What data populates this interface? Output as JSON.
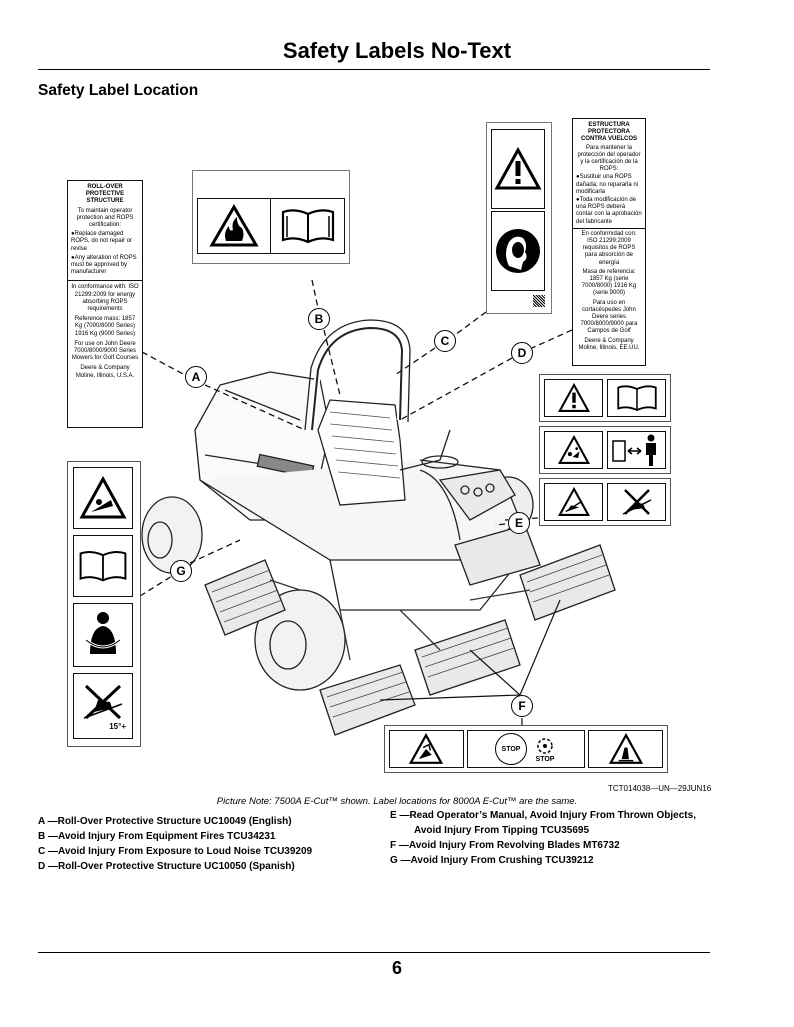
{
  "page": {
    "title": "Safety Labels No-Text",
    "section": "Safety Label Location",
    "page_number": "6"
  },
  "labels": {
    "a": {
      "heading": "ROLL-OVER PROTECTIVE STRUCTURE",
      "intro": "To maintain operator protection and ROPS certification:",
      "bullet1": "●Replace damaged ROPS, do not repair or revise",
      "bullet2": "●Any alteration of ROPS must be approved by manufacturer",
      "conformance": "In conformance with: ISO 21299:2009 for energy absorbing ROPS requirements",
      "mass": "Reference mass: 1857 Kg (7000/8000 Series) 1916 Kg (9000 Series)",
      "use": "For use on John Deere 7000/8000/9000 Series Mowers for Golf Courses",
      "company": "Deere & Company Moline, Illinois, U.S.A."
    },
    "d": {
      "heading": "ESTRUCTURA PROTECTORA CONTRA VUELCOS",
      "intro": "Para mantener la protección del operador y la certificación de la ROPS:",
      "bullet1": "●Sustituir una ROPS dañada; no repararla ni modificarla",
      "bullet2": "●Toda modificación de una ROPS deberá contar con la aprobación del fabricante",
      "conformance": "En conformidad con: ISO 21299:2009 requisitos de ROPS para absorción de energía",
      "mass": "Masa de referencia: 1857 Kg (serie 7000/8000) 1916 Kg (serie 9000)",
      "use": "Para uso en cortacéspedes John Deere series 7000/8000/9000 para Campos de Golf",
      "company": "Deere & Company Moline, Illinois, EE.UU."
    },
    "stop_text": "STOP",
    "fifteen": "15°+"
  },
  "callouts": [
    "A",
    "B",
    "C",
    "D",
    "E",
    "F",
    "G"
  ],
  "figure": {
    "ref": "TCT014038—UN—29JUN16",
    "note": "Picture Note: 7500A E-Cut™ shown. Label locations for 8000A E-Cut™ are the same."
  },
  "legend": {
    "a": "A —Roll-Over Protective Structure UC10049 (English)",
    "b": "B —Avoid Injury From Equipment Fires TCU34231",
    "c": "C —Avoid Injury From Exposure to Loud Noise TCU39209",
    "d": "D —Roll-Over Protective Structure UC10050 (Spanish)",
    "e1": "E —Read Operator’s Manual, Avoid Injury From Thrown Objects,",
    "e2": "Avoid Injury From Tipping TCU35695",
    "f": "F —Avoid Injury From Revolving Blades MT6732",
    "g": "G —Avoid Injury From Crushing TCU39212"
  }
}
